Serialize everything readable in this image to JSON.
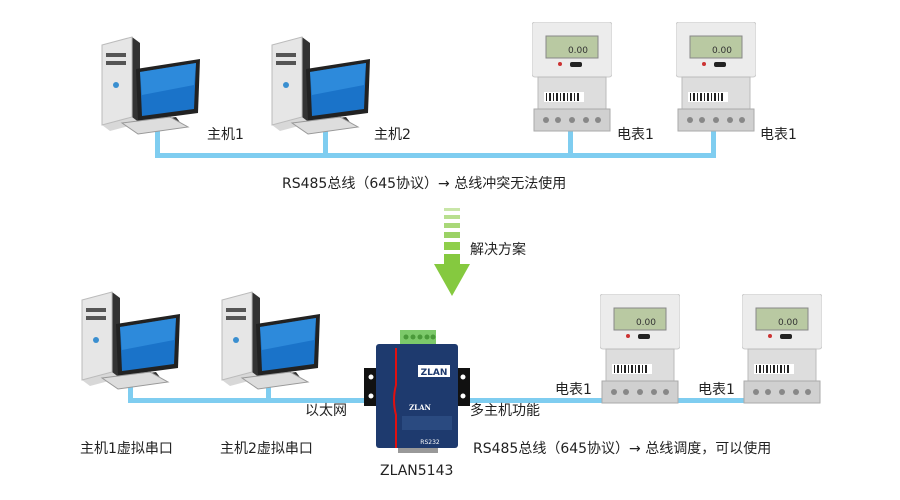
{
  "top": {
    "host1": "主机1",
    "host2": "主机2",
    "meter1": "电表1",
    "meter2": "电表1",
    "caption": "RS485总线（645协议）→ 总线冲突无法使用"
  },
  "solution": "解决方案",
  "bottom": {
    "host1": "主机1虚拟串口",
    "host2": "主机2虚拟串口",
    "meter1": "电表1",
    "meter2": "电表1",
    "ethernet": "以太网",
    "multi_host": "多主机功能",
    "caption": "RS485总线（645协议）→ 总线调度，可以使用",
    "device": "ZLAN5143"
  },
  "device_logo": "ZLAN",
  "meter_reading": "0.00",
  "colors": {
    "bus": "#7fcdf0",
    "arrow": "#8fcf4a",
    "device": "#1e3a6e"
  }
}
